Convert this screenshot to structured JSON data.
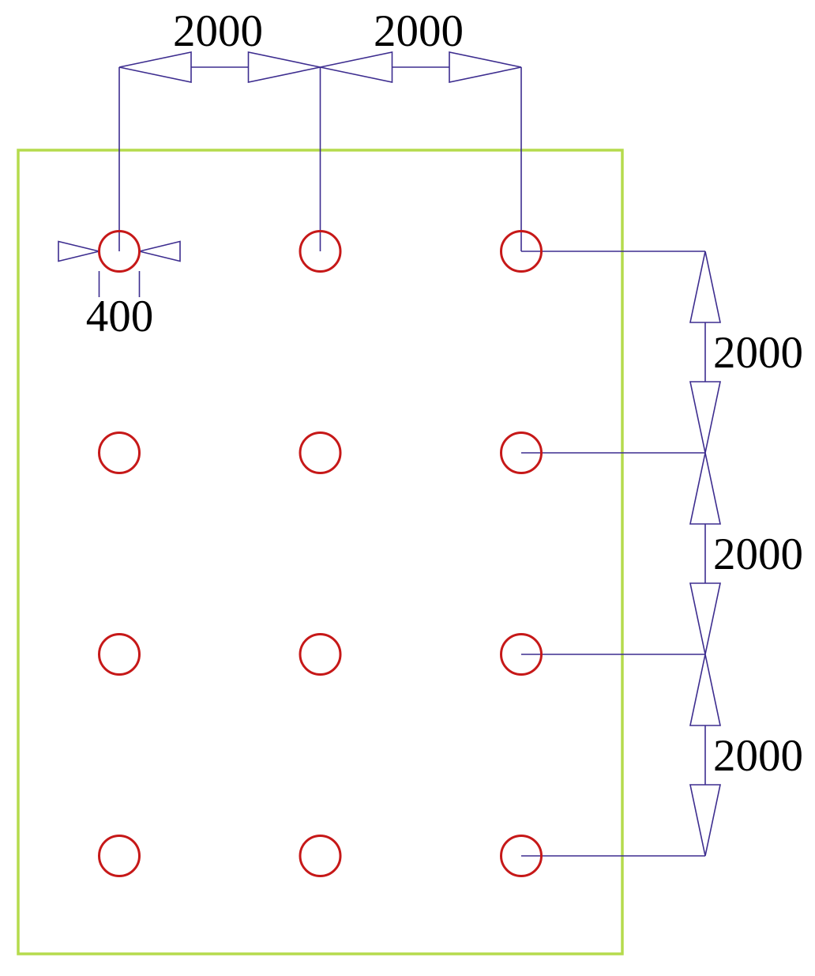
{
  "drawing": {
    "title": "pile-layout-plan",
    "colors": {
      "boundary": "#b5db4d",
      "pile": "#c61818",
      "dimension": "#3d2d8f",
      "text": "#000000",
      "background": "#ffffff"
    },
    "piles": {
      "columns_x": [
        151,
        405.5,
        660
      ],
      "rows_y": [
        318,
        573,
        828,
        1083
      ],
      "radius": 25.5,
      "count": 12
    },
    "dimensions": {
      "top_spacing": [
        {
          "label": "2000"
        },
        {
          "label": "2000"
        }
      ],
      "right_spacing": [
        {
          "label": "2000"
        },
        {
          "label": "2000"
        },
        {
          "label": "2000"
        }
      ],
      "pile_diameter": {
        "label": "400"
      }
    }
  }
}
